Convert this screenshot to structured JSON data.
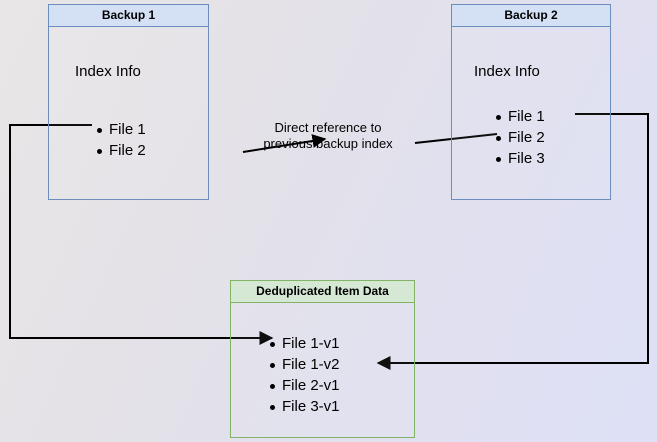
{
  "diagram": {
    "title": "Backup deduplication index reference diagram",
    "colors": {
      "blue_border": "#6c8ebf",
      "blue_fill": "#d4e1f5",
      "green_border": "#82b366",
      "green_fill": "#d5e8d4",
      "edge_stroke": "#000000",
      "background_left": "#e9e6e7",
      "background_right": "#dee0f6"
    },
    "nodes": {
      "backup_1": {
        "header": "Backup 1",
        "subtitle": "Index Info",
        "items": [
          "File 1",
          "File 2"
        ]
      },
      "backup_2": {
        "header": "Backup 2",
        "subtitle": "Index Info",
        "items": [
          "File 1",
          "File 2",
          "File 3"
        ]
      },
      "dedup": {
        "header": "Deduplicated Item Data",
        "items": [
          "File 1-v1",
          "File 1-v2",
          "File 2-v1",
          "File 3-v1"
        ]
      }
    },
    "edges": {
      "direct_reference_label_line1": "Direct reference to",
      "direct_reference_label_line2": "previous backup index"
    }
  }
}
